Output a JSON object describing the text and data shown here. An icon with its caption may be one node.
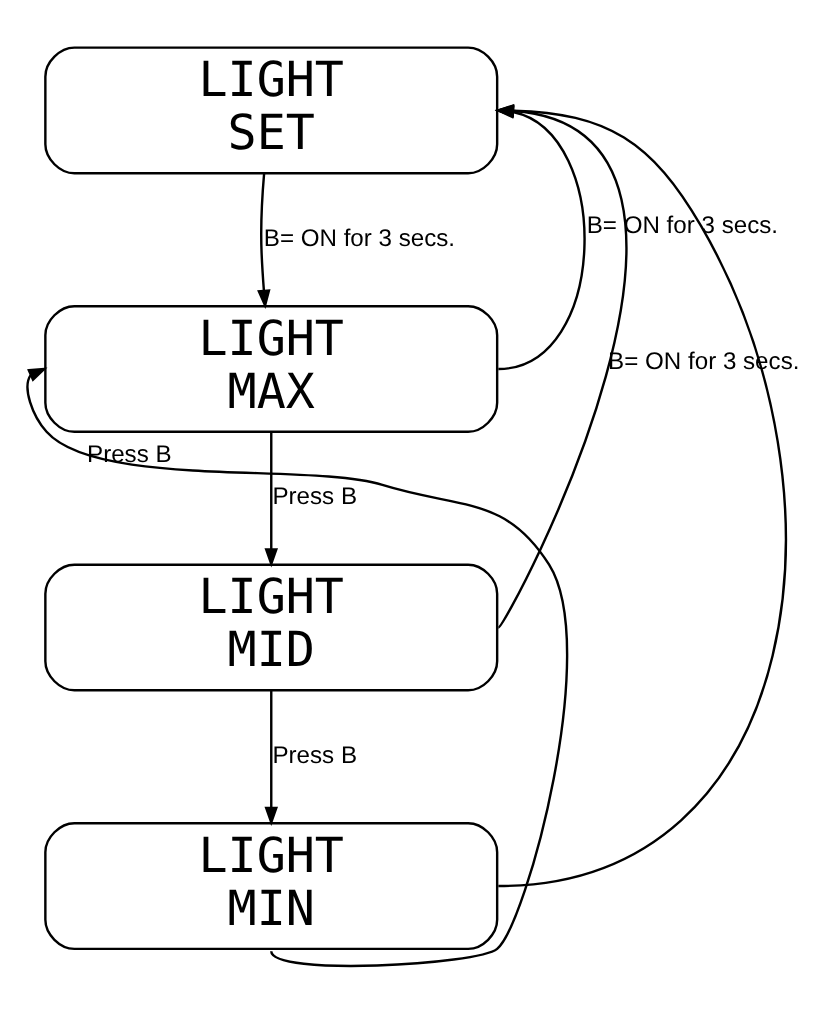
{
  "diagram": {
    "nodes": [
      {
        "text": [
          "LIGHT",
          "SET"
        ]
      },
      {
        "text": [
          "LIGHT",
          "MAX"
        ]
      },
      {
        "text": [
          "LIGHT",
          "MID"
        ]
      },
      {
        "text": [
          "LIGHT",
          "MIN"
        ]
      }
    ],
    "edges": [
      {
        "from": 0,
        "to": 1,
        "arrow": "to",
        "label": "B= ON for 3 secs."
      },
      {
        "from": 1,
        "to": 2,
        "arrow": "to",
        "label": "Press B"
      },
      {
        "from": 2,
        "to": 3,
        "arrow": "to",
        "label": "Press B"
      },
      {
        "from": 3,
        "to": 1,
        "arrow": "to",
        "label": "Press B"
      },
      {
        "from": 1,
        "to": 0,
        "arrow": "to",
        "label": "B= ON for 3 secs."
      },
      {
        "from": 2,
        "to": 0,
        "arrow": "to",
        "label": "B= ON for 3 secs."
      },
      {
        "from": 3,
        "to": 0,
        "arrow": "to"
      }
    ]
  }
}
